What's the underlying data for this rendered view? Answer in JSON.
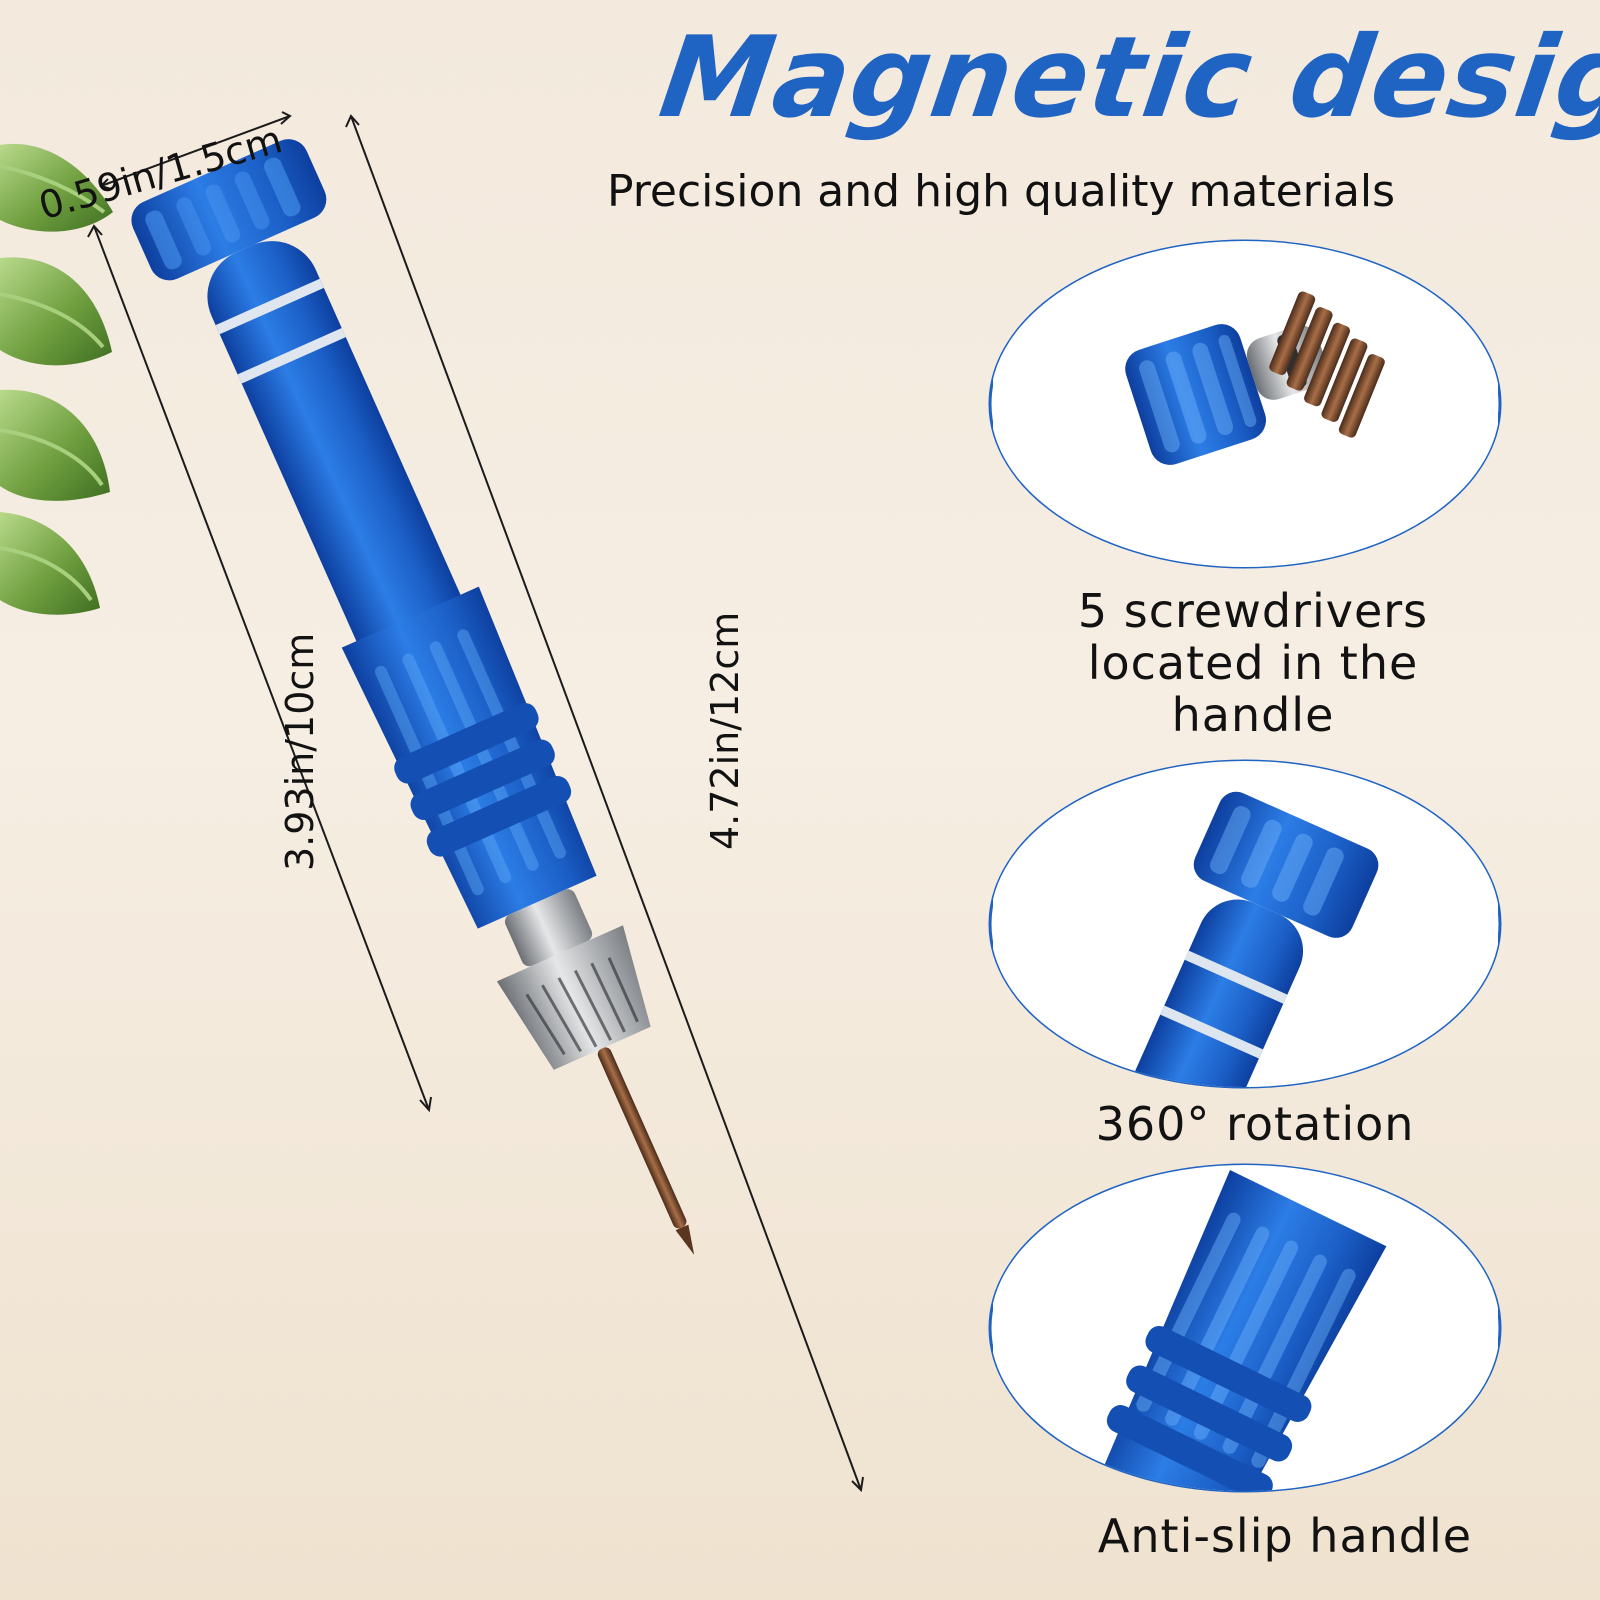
{
  "header": {
    "title": "Magnetic design",
    "subtitle": "Precision and high quality materials"
  },
  "dimensions": {
    "width": "0.59in/1.5cm",
    "handle_length": "3.93in/10cm",
    "total_length": "4.72in/12cm"
  },
  "features": [
    {
      "lines": [
        "5 screwdrivers",
        "located in the",
        "handle"
      ],
      "image": "magnetic-cap-icon"
    },
    {
      "label": "360° rotation",
      "image": "rotation-cap-icon"
    },
    {
      "label": "Anti-slip handle",
      "image": "anti-slip-grip-icon"
    }
  ],
  "colors": {
    "accent": "#1f63c3",
    "tool_blue": "#1f60c8",
    "background": "#f3e9dd",
    "leaf_green": "#6f9f3f",
    "metal": "#b9bcc0",
    "bit_brown": "#7a4a2c"
  }
}
